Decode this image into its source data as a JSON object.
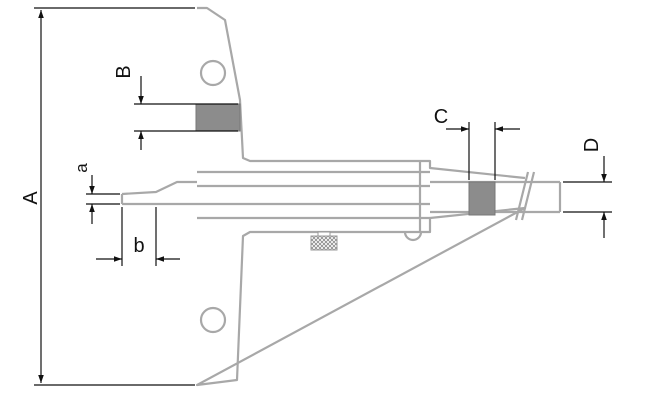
{
  "diagram": {
    "labels": {
      "A": "A",
      "B": "B",
      "C": "C",
      "D": "D",
      "a": "a",
      "b": "b"
    },
    "colors": {
      "part_outline": "#a8a8a8",
      "dimension_line": "#111111",
      "hatch_fill": "#8c8c8c",
      "background": "#ffffff"
    }
  }
}
